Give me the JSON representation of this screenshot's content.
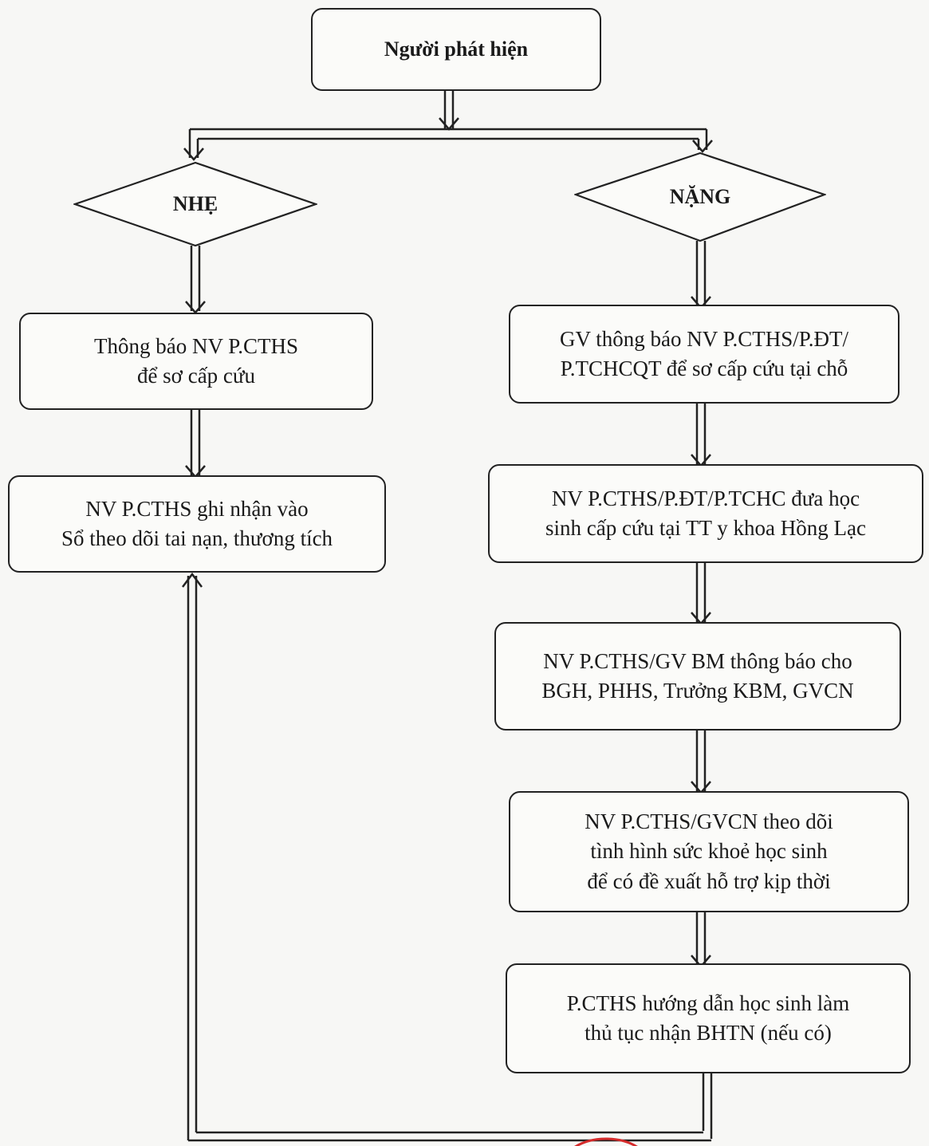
{
  "flow": {
    "start": "Người phát hiện",
    "light": {
      "label": "NHẸ",
      "step1": "Thông báo NV P.CTHS\nđể sơ cấp cứu",
      "step2": "NV P.CTHS ghi nhận vào\nSổ theo dõi tai nạn, thương tích"
    },
    "severe": {
      "label": "NẶNG",
      "step1": "GV thông báo NV P.CTHS/P.ĐT/\nP.TCHCQT để sơ cấp cứu tại chỗ",
      "step2": "NV P.CTHS/P.ĐT/P.TCHC đưa học\nsinh cấp cứu tại TT y khoa Hồng Lạc",
      "step3": "NV P.CTHS/GV BM thông báo cho\nBGH, PHHS, Trưởng KBM, GVCN",
      "step4": "NV P.CTHS/GVCN theo dõi\ntình hình sức khoẻ học sinh\nđể có đề xuất hỗ trợ kịp thời",
      "step5": "P.CTHS hướng dẫn học sinh làm\nthủ tục nhận BHTN (nếu có)"
    }
  },
  "colors": {
    "line": "#222222",
    "stamp": "#d42a2a",
    "paper": "#f7f7f5"
  }
}
